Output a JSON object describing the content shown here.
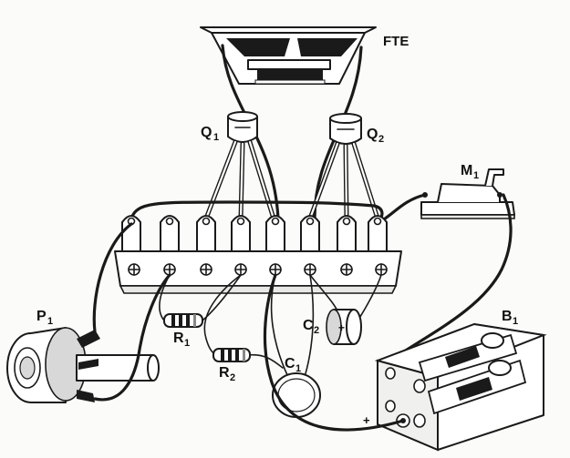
{
  "labels": {
    "speaker": "FTE",
    "transistor_1": "Q",
    "transistor_1_sub": "1",
    "transistor_2": "Q",
    "transistor_2_sub": "2",
    "switch": "M",
    "switch_sub": "1",
    "potentiometer": "P",
    "potentiometer_sub": "1",
    "resistor_1": "R",
    "resistor_1_sub": "1",
    "resistor_2": "R",
    "resistor_2_sub": "2",
    "capacitor_1": "C",
    "capacitor_1_sub": "1",
    "capacitor_2": "C",
    "capacitor_2_sub": "2",
    "capacitor_2_plus": "+",
    "battery": "B",
    "battery_sub": "1",
    "battery_plus": "+"
  }
}
